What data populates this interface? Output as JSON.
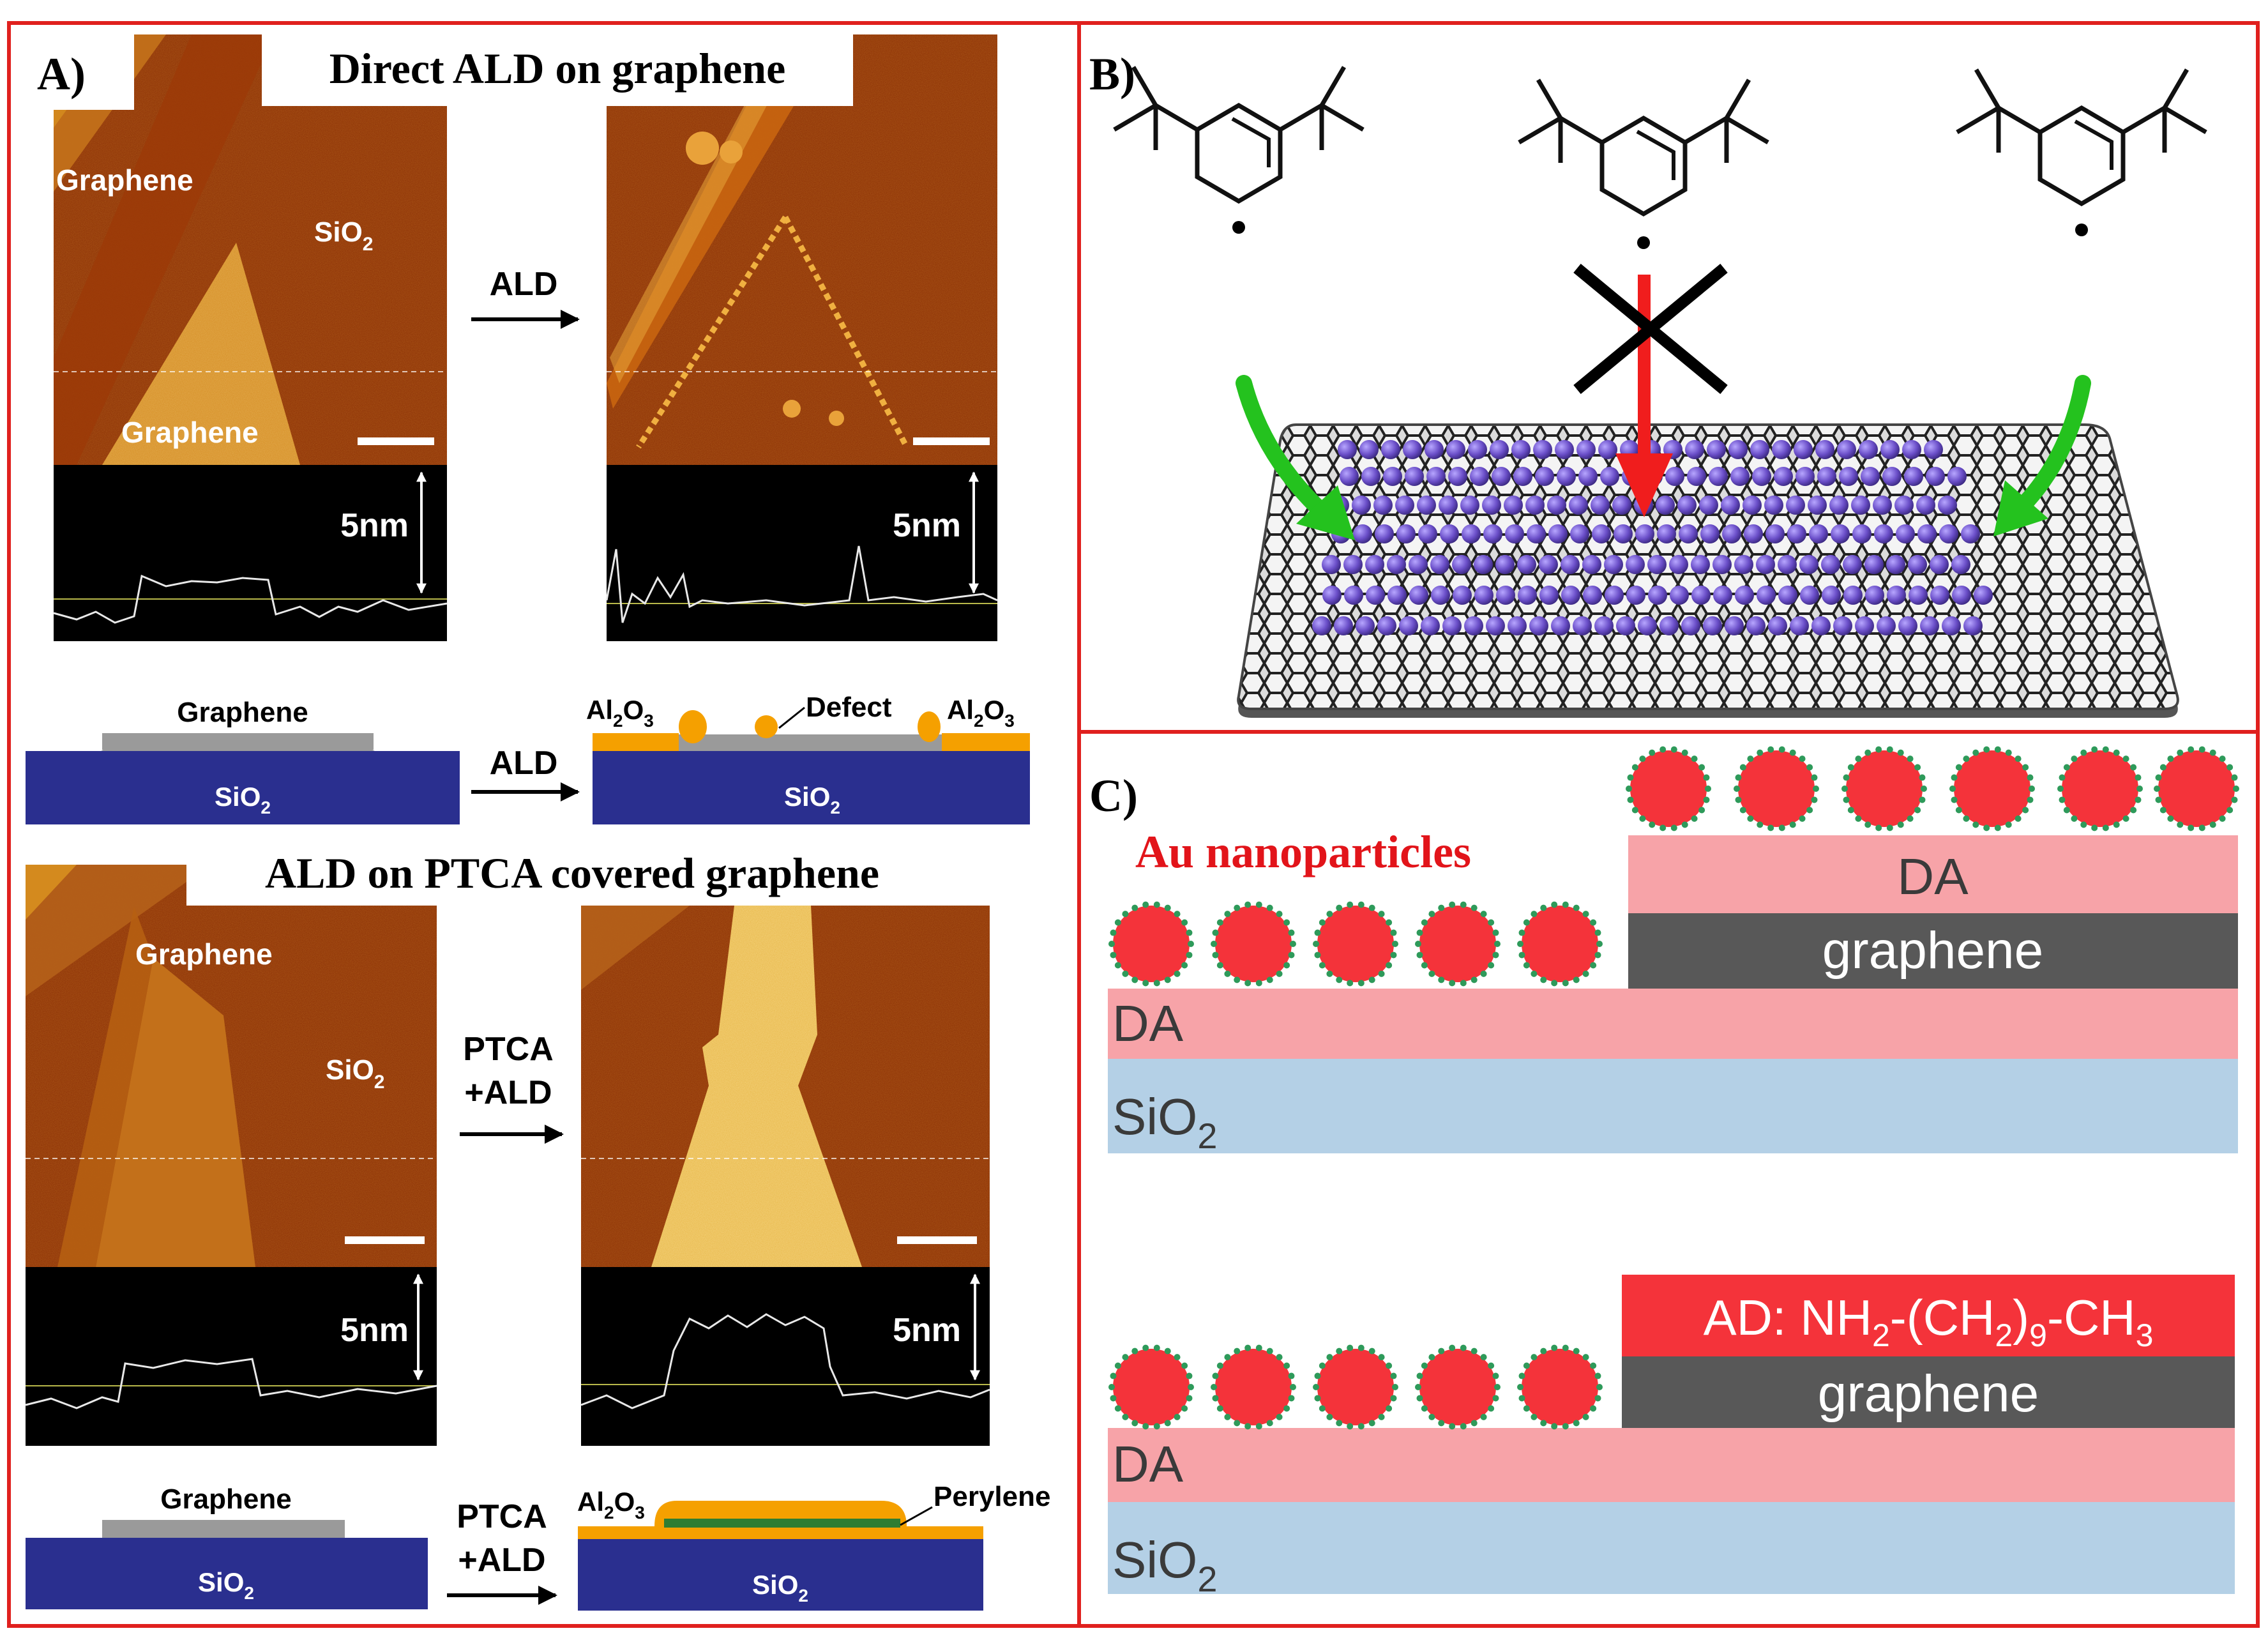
{
  "panels": {
    "a": {
      "label": "A)",
      "top_title": "Direct ALD on graphene",
      "bottom_title": "ALD on PTCA covered graphene",
      "afm_labels": {
        "graphene": "Graphene",
        "sio2": "SiO",
        "sub2": "2"
      },
      "scale_text": "5nm",
      "arrow_ald": "ALD",
      "arrow_ptca_1": "PTCA",
      "arrow_ptca_2": "+ALD",
      "schematic": {
        "graphene": "Graphene",
        "sio2": "SiO",
        "sub2": "2",
        "al2o3_a": "Al",
        "al2o3_b": "O",
        "al2o3_sub2": "2",
        "al2o3_sub3": "3",
        "defect": "Defect",
        "perylene": "Perylene"
      }
    },
    "b": {
      "label": "B)"
    },
    "c": {
      "label": "C)",
      "au_label": "Au nanoparticles",
      "da": "DA",
      "graphene": "graphene",
      "sio2": "SiO",
      "sub2": "2",
      "ad_prefix": "AD: NH",
      "ad_sub2": "2",
      "ad_mid": "-(CH",
      "ad_sub2b": "2",
      "ad_close": ")",
      "ad_sub9": "9",
      "ad_end": "-CH",
      "ad_sub3": "3"
    }
  },
  "colors": {
    "frame": "#e0201e",
    "afm_dark": "#8a2e05",
    "afm_light": "#d48a1e",
    "sio2_block": "#2a2f8f",
    "graphene_layer": "#9a9a9a",
    "al2o3": "#f5a000",
    "au": "#f4333a",
    "au_dots": "#2e9a5a",
    "da_layer": "#f7a3a8",
    "sio2_layer": "#b4d0e6",
    "graphene_dark": "#585858",
    "green_arrow": "#24c21e",
    "red_arrow": "#f01d1d",
    "atoms": "#6a4ec8"
  }
}
